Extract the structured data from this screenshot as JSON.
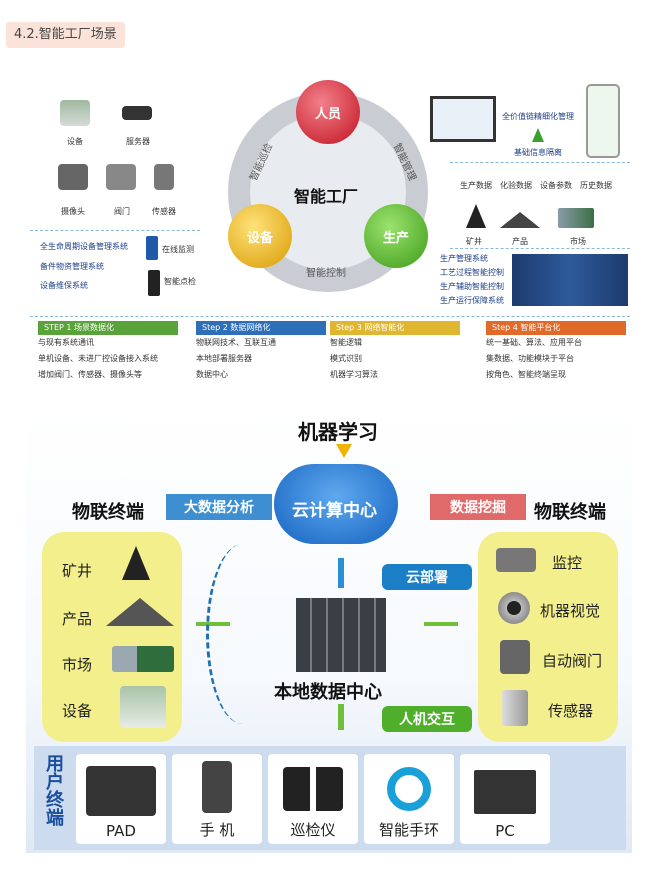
{
  "section_title": "4.2.智能工厂场景",
  "top": {
    "left_icons": [
      "设备",
      "服务器",
      "摄像头",
      "阀门",
      "传感器"
    ],
    "left_lines": [
      "全生命周期设备管理系统",
      "备件物资管理系统",
      "设备维保系统"
    ],
    "left_devices": [
      "在线监测",
      "智能点检"
    ],
    "center": {
      "title": "智能工厂",
      "nodes": [
        "人员",
        "设备",
        "生产"
      ],
      "ring_labels": [
        "智能巡检",
        "智能管理",
        "智能控制"
      ]
    },
    "right_top": {
      "mgmt": "全价值链精细化管理",
      "base": "基础信息隔离"
    },
    "right_mid": [
      "生产数据",
      "化验数据",
      "设备参数",
      "历史数据"
    ],
    "right_icons": [
      "矿井",
      "产品",
      "市场"
    ],
    "right_lines": [
      "生产管理系统",
      "工艺过程智能控制",
      "生产辅助智能控制",
      "生产运行保障系统"
    ]
  },
  "steps": [
    {
      "title": "STEP 1 场景数据化",
      "color": "#5aa33a",
      "items": [
        "与现有系统通讯",
        "单机设备、未进厂控设备接入系统",
        "增加阀门、传感器、摄像头等"
      ]
    },
    {
      "title": "Step 2 数据网络化",
      "color": "#2f6fb7",
      "items": [
        "物联网技术、互联互通",
        "本地部署服务器",
        "数据中心"
      ]
    },
    {
      "title": "Step 3 网络智能化",
      "color": "#e0b530",
      "items": [
        "智能逻辑",
        "模式识别",
        "机器学习算法"
      ]
    },
    {
      "title": "Step 4 智能平台化",
      "color": "#e06a2a",
      "items": [
        "统一基础、算法、应用平台",
        "集数据、功能模块于平台",
        "按角色、智能终端呈现"
      ]
    }
  ],
  "bottom": {
    "ml": "机器学习",
    "cloud": "云计算中心",
    "left_title": "物联终端",
    "right_title": "物联终端",
    "bigdata": "大数据分析",
    "mining": "数据挖掘",
    "cloud_deploy": "云部署",
    "local": "本地数据中心",
    "hci": "人机交互",
    "left_items": [
      "矿井",
      "产品",
      "市场",
      "设备"
    ],
    "right_items": [
      "监控",
      "机器视觉",
      "自动阀门",
      "传感器"
    ],
    "user_label": "用户终端",
    "terminals": [
      "PAD",
      "手 机",
      "巡检仪",
      "智能手环",
      "PC"
    ]
  }
}
